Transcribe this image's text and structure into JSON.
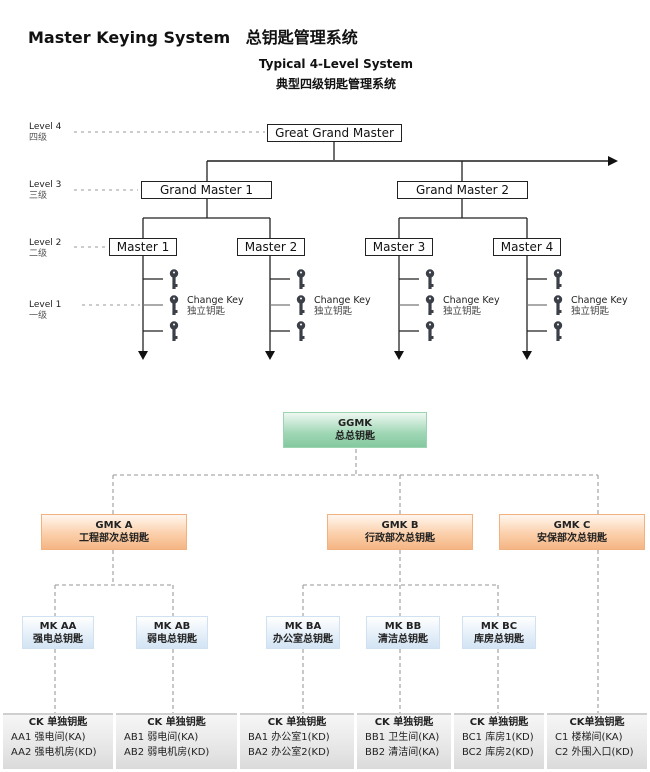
{
  "title": {
    "en": "Master Keying System",
    "cn": "总钥匙管理系统"
  },
  "subtitle": {
    "en": "Typical 4-Level System",
    "cn": "典型四级钥匙管理系统"
  },
  "levels": [
    {
      "en": "Level 4",
      "cn": "四级"
    },
    {
      "en": "Level 3",
      "cn": "三级"
    },
    {
      "en": "Level 2",
      "cn": "二级"
    },
    {
      "en": "Level 1",
      "cn": "一级"
    }
  ],
  "top_chart": {
    "great_grand_master": "Great Grand Master",
    "grand_masters": [
      "Grand Master 1",
      "Grand Master 2"
    ],
    "masters": [
      "Master 1",
      "Master 2",
      "Master 3",
      "Master 4"
    ],
    "change_key": {
      "en": "Change Key",
      "cn": "独立钥匙"
    },
    "keys_per_master": 3
  },
  "bottom_chart": {
    "root": {
      "code": "GGMK",
      "name": "总总钥匙",
      "color": "#8fcfa9"
    },
    "gmk": [
      {
        "code": "GMK A",
        "name": "工程部次总钥匙",
        "color": "#f7be90"
      },
      {
        "code": "GMK B",
        "name": "行政部次总钥匙",
        "color": "#f7be90"
      },
      {
        "code": "GMK C",
        "name": "安保部次总钥匙",
        "color": "#f7be90"
      }
    ],
    "mk": [
      {
        "code": "MK AA",
        "name": "强电总钥匙",
        "color": "#dce9f6"
      },
      {
        "code": "MK AB",
        "name": "弱电总钥匙",
        "color": "#dce9f6"
      },
      {
        "code": "MK BA",
        "name": "办公室总钥匙",
        "color": "#dce9f6"
      },
      {
        "code": "MK BB",
        "name": "清洁总钥匙",
        "color": "#dce9f6"
      },
      {
        "code": "MK BC",
        "name": "库房总钥匙",
        "color": "#dce9f6"
      }
    ],
    "ck": [
      {
        "header": "CK 单独钥匙",
        "rows": [
          "AA1 强电间(KA)",
          "AA2 强电机房(KD)"
        ]
      },
      {
        "header": "CK 单独钥匙",
        "rows": [
          "AB1 弱电间(KA)",
          "AB2 弱电机房(KD)"
        ]
      },
      {
        "header": "CK 单独钥匙",
        "rows": [
          "BA1 办公室1(KD)",
          "BA2 办公室2(KD)"
        ]
      },
      {
        "header": "CK 单独钥匙",
        "rows": [
          "BB1 卫生间(KA)",
          "BB2 清洁间(KA)"
        ]
      },
      {
        "header": "CK 单独钥匙",
        "rows": [
          "BC1 库房1(KD)",
          "BC2 库房2(KD)"
        ]
      },
      {
        "header": "CK单独钥匙",
        "rows": [
          "C1 楼梯间(KA)",
          "C2 外围入口(KD)"
        ]
      }
    ]
  }
}
